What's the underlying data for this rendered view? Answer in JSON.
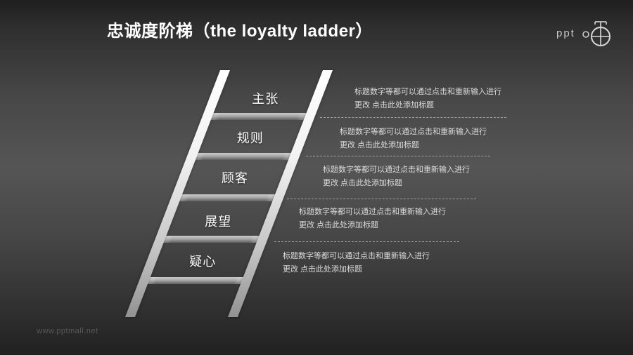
{
  "title": "忠诚度阶梯（the loyalty ladder）",
  "logo": {
    "text": "ppt",
    "mark_icon": "compass-crosshair-icon"
  },
  "watermark": "www.pptmall.net",
  "ladder": {
    "steps": [
      {
        "label": "主张",
        "desc_line1": "标题数字等都可以通过点击和重新输入进行",
        "desc_line2": "更改 点击此处添加标题"
      },
      {
        "label": "规则",
        "desc_line1": "标题数字等都可以通过点击和重新输入进行",
        "desc_line2": "更改 点击此处添加标题"
      },
      {
        "label": "顾客",
        "desc_line1": "标题数字等都可以通过点击和重新输入进行",
        "desc_line2": "更改 点击此处添加标题"
      },
      {
        "label": "展望",
        "desc_line1": "标题数字等都可以通过点击和重新输入进行",
        "desc_line2": "更改 点击此处添加标题"
      },
      {
        "label": "疑心",
        "desc_line1": "标题数字等都可以通过点击和重新输入进行",
        "desc_line2": "更改 点击此处添加标题"
      }
    ]
  },
  "colors": {
    "background_mid": "#555555",
    "rail_light": "#ffffff",
    "rail_dark": "#929292",
    "rung_mid": "#a8a8a8",
    "text_primary": "#ffffff",
    "text_secondary": "#dcdcdc",
    "divider": "#c3c3c3",
    "watermark": "#575757"
  }
}
